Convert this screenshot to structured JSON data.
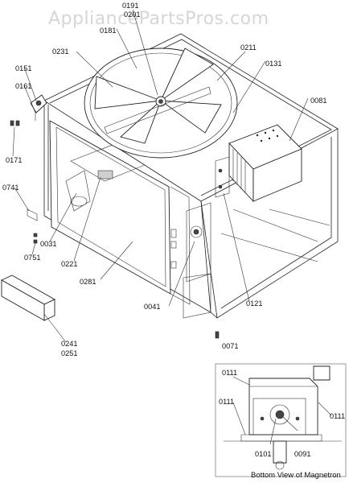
{
  "watermark": "AppliancePartsPros.com",
  "caption": "Bottom View of Magnetron",
  "callouts": {
    "c0191": "0191",
    "c0201": "0201",
    "c0181": "0181",
    "c0231": "0231",
    "c0211": "0211",
    "c0131": "0131",
    "c0151": "0151",
    "c0161": "0161",
    "c0081": "0081",
    "c0171": "0171",
    "c0741": "0741",
    "c0031": "0031",
    "c0751": "0751",
    "c0221": "0221",
    "c0281": "0281",
    "c0041": "0041",
    "c0121": "0121",
    "c0241": "0241",
    "c0251": "0251",
    "c0071": "0071",
    "c0111a": "0111",
    "c0111b": "0111",
    "c0111c": "0111",
    "c0101": "0101",
    "c0091": "0091"
  }
}
